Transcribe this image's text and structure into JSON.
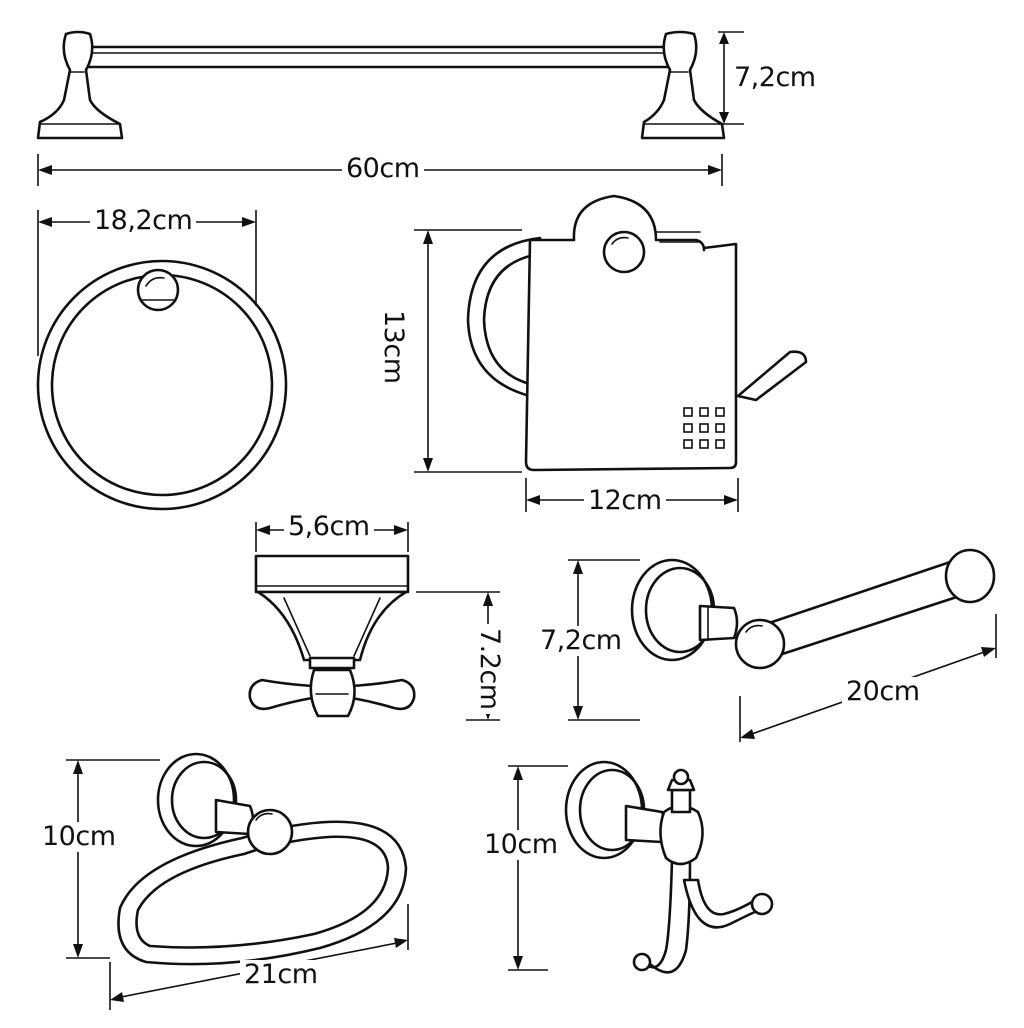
{
  "dimensions": {
    "towel_bar_height": "7,2cm",
    "towel_bar_width": "60cm",
    "towel_ring_width": "18,2cm",
    "paper_holder_height": "13cm",
    "paper_holder_width": "12cm",
    "robe_hook_width": "5,6cm",
    "robe_hook_height": "7.2cm",
    "roll_holder_height": "7,2cm",
    "roll_holder_width": "20cm",
    "oval_ring_height": "10cm",
    "oval_ring_width": "21cm",
    "double_hook_height": "10cm"
  }
}
